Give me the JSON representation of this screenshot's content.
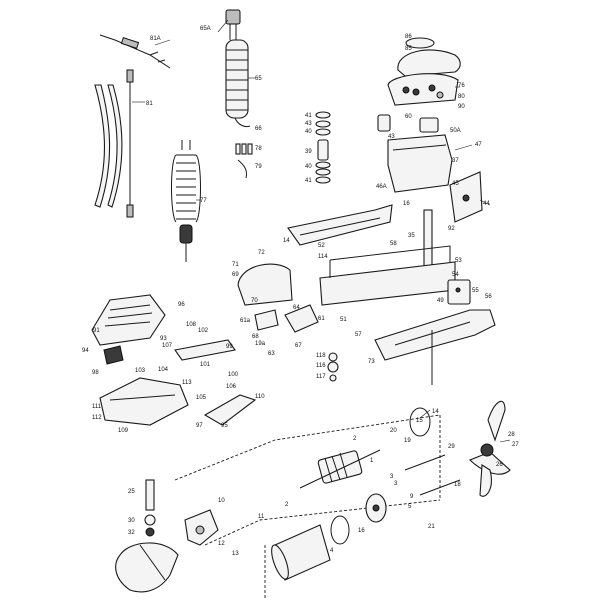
{
  "colors": {
    "ink": "#1a1a1a",
    "fill": "#f4f4f4",
    "shade": "#3a3a3a",
    "mid": "#bdbdbd"
  },
  "callouts": [
    {
      "id": "c81a",
      "text": "81A"
    },
    {
      "id": "c81",
      "text": "81"
    },
    {
      "id": "c65a",
      "text": "65A"
    },
    {
      "id": "c65",
      "text": "65"
    },
    {
      "id": "c66",
      "text": "66"
    },
    {
      "id": "c78",
      "text": "78"
    },
    {
      "id": "c79",
      "text": "79"
    },
    {
      "id": "c77",
      "text": "77"
    },
    {
      "id": "c86",
      "text": "86"
    },
    {
      "id": "c85",
      "text": "85"
    },
    {
      "id": "c76",
      "text": "76"
    },
    {
      "id": "c80",
      "text": "80"
    },
    {
      "id": "c90",
      "text": "90"
    },
    {
      "id": "c60",
      "text": "60"
    },
    {
      "id": "c50a",
      "text": "50A"
    },
    {
      "id": "c47",
      "text": "47"
    },
    {
      "id": "c41a",
      "text": "41"
    },
    {
      "id": "c43a",
      "text": "43"
    },
    {
      "id": "c40a",
      "text": "40"
    },
    {
      "id": "c39",
      "text": "39"
    },
    {
      "id": "c40b",
      "text": "40"
    },
    {
      "id": "c41b",
      "text": "41"
    },
    {
      "id": "c43b",
      "text": "43"
    },
    {
      "id": "c37",
      "text": "37"
    },
    {
      "id": "c46a",
      "text": "46A"
    },
    {
      "id": "c16",
      "text": "16"
    },
    {
      "id": "c45",
      "text": "45"
    },
    {
      "id": "c44",
      "text": "44"
    },
    {
      "id": "c14",
      "text": "14"
    },
    {
      "id": "c52",
      "text": "52"
    },
    {
      "id": "c35",
      "text": "35"
    },
    {
      "id": "c58",
      "text": "58"
    },
    {
      "id": "c92",
      "text": "92"
    },
    {
      "id": "c114",
      "text": "114"
    },
    {
      "id": "c72",
      "text": "72"
    },
    {
      "id": "c53",
      "text": "53"
    },
    {
      "id": "c71",
      "text": "71"
    },
    {
      "id": "c69",
      "text": "69"
    },
    {
      "id": "c54",
      "text": "54"
    },
    {
      "id": "c55",
      "text": "55"
    },
    {
      "id": "c56",
      "text": "56"
    },
    {
      "id": "c49",
      "text": "49"
    },
    {
      "id": "c96",
      "text": "96"
    },
    {
      "id": "c108",
      "text": "108"
    },
    {
      "id": "c91",
      "text": "91"
    },
    {
      "id": "c93",
      "text": "93"
    },
    {
      "id": "c107",
      "text": "107"
    },
    {
      "id": "c102",
      "text": "102"
    },
    {
      "id": "c94",
      "text": "94"
    },
    {
      "id": "c99",
      "text": "99"
    },
    {
      "id": "c98",
      "text": "98"
    },
    {
      "id": "c103",
      "text": "103"
    },
    {
      "id": "c101",
      "text": "101"
    },
    {
      "id": "c104",
      "text": "104"
    },
    {
      "id": "c113",
      "text": "113"
    },
    {
      "id": "c100",
      "text": "100"
    },
    {
      "id": "c106",
      "text": "106"
    },
    {
      "id": "c105",
      "text": "105"
    },
    {
      "id": "c110",
      "text": "110"
    },
    {
      "id": "c111",
      "text": "111"
    },
    {
      "id": "c112",
      "text": "112"
    },
    {
      "id": "c109",
      "text": "109"
    },
    {
      "id": "c97",
      "text": "97"
    },
    {
      "id": "c95",
      "text": "95"
    },
    {
      "id": "c64",
      "text": "64"
    },
    {
      "id": "c61",
      "text": "61"
    },
    {
      "id": "c61a",
      "text": "61a"
    },
    {
      "id": "c19a",
      "text": "19a"
    },
    {
      "id": "c68",
      "text": "68"
    },
    {
      "id": "c63",
      "text": "63"
    },
    {
      "id": "c67",
      "text": "67"
    },
    {
      "id": "c70",
      "text": "70"
    },
    {
      "id": "c51",
      "text": "51"
    },
    {
      "id": "c57",
      "text": "57"
    },
    {
      "id": "c118",
      "text": "118"
    },
    {
      "id": "c116",
      "text": "116"
    },
    {
      "id": "c117",
      "text": "117"
    },
    {
      "id": "c73",
      "text": "73"
    },
    {
      "id": "c15",
      "text": "15"
    },
    {
      "id": "c14b",
      "text": "14"
    },
    {
      "id": "c20",
      "text": "20"
    },
    {
      "id": "c19",
      "text": "19"
    },
    {
      "id": "c28",
      "text": "28"
    },
    {
      "id": "c27",
      "text": "27"
    },
    {
      "id": "c29",
      "text": "29"
    },
    {
      "id": "c26",
      "text": "26"
    },
    {
      "id": "c2a",
      "text": "2"
    },
    {
      "id": "c1",
      "text": "1"
    },
    {
      "id": "c18",
      "text": "18"
    },
    {
      "id": "c3",
      "text": "3"
    },
    {
      "id": "c9",
      "text": "9"
    },
    {
      "id": "c25",
      "text": "25"
    },
    {
      "id": "c10",
      "text": "10"
    },
    {
      "id": "c2b",
      "text": "2"
    },
    {
      "id": "c11",
      "text": "11"
    },
    {
      "id": "c30",
      "text": "30"
    },
    {
      "id": "c32",
      "text": "32"
    },
    {
      "id": "c12",
      "text": "12"
    },
    {
      "id": "c13",
      "text": "13"
    },
    {
      "id": "c4",
      "text": "4"
    },
    {
      "id": "c16b",
      "text": "16"
    },
    {
      "id": "c21",
      "text": "21"
    },
    {
      "id": "c3b",
      "text": "3"
    },
    {
      "id": "c5",
      "text": "5"
    }
  ]
}
